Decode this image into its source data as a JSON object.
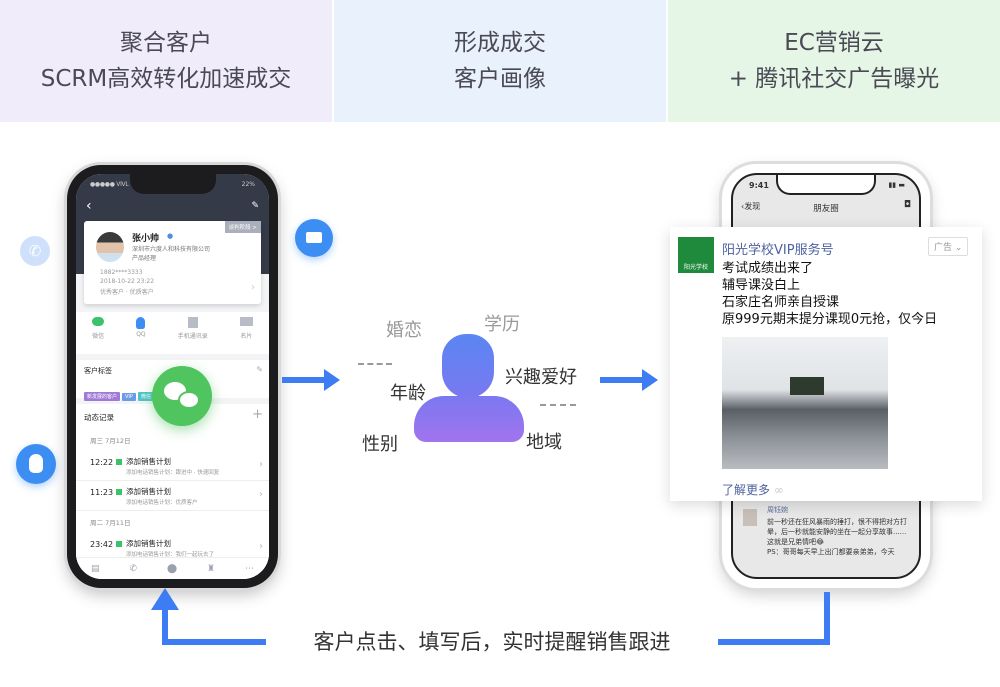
{
  "headers": [
    {
      "line1": "聚合客户",
      "line2": "SCRM高效转化加速成交",
      "bg": "#f1ecfa"
    },
    {
      "line1": "形成成交",
      "line2": "客户画像",
      "bg": "#e8f1fc"
    },
    {
      "line1": "EC营销云",
      "line2": "+ 腾讯社交广告曝光",
      "bg": "#e6f6e6"
    }
  ],
  "crm_phone": {
    "status_left": "●●●●● VIVL",
    "status_right": "22%",
    "stage_badge": "谈判阶段 >",
    "name": "张小帅",
    "company": "深圳市六度人和科技有限公司",
    "title": "产品经理",
    "phone": "1882****3333",
    "date": "2018-10-22 23:22",
    "level": "优秀客户 · 优质客户",
    "contacts": [
      "微信",
      "QQ",
      "手机通讯录",
      "名片"
    ],
    "tags_title": "客户标签",
    "tags": [
      "新发展的客户",
      "VIP",
      "微信"
    ],
    "records_title": "动态记录",
    "day1": "周三 7月12日",
    "day2": "周二 7月11日",
    "records": [
      {
        "time": "12:22",
        "title": "添加销售计划",
        "sub": "添加电话销售计划：跟进中 · 快速回复"
      },
      {
        "time": "11:23",
        "title": "添加销售计划",
        "sub": "添加电话销售计划：优质客户"
      },
      {
        "time": "23:42",
        "title": "添加销售计划",
        "sub": "添加电话销售计划：我们一起玩去了"
      }
    ]
  },
  "portrait": {
    "labels": [
      "婚恋",
      "学历",
      "年龄",
      "兴趣爱好",
      "性别",
      "地域"
    ]
  },
  "moments_phone": {
    "time": "9:41",
    "back": "发现",
    "title": "朋友圈",
    "ad": {
      "account": "阳光学校VIP服务号",
      "badge": "广告",
      "lines": [
        "考试成绩出来了",
        "辅导课没白上",
        "石家庄名师亲自授课",
        "原999元期末提分课现0元抢，仅今日"
      ],
      "link": "了解更多",
      "logo_text": "阳光学校"
    },
    "comment": {
      "user": "周钰婉",
      "text": "前一秒还在狂风暴雨的捶打，恨不得把对方打晕，后一秒就能安静的坐在一起分享故事......这就是兄弟情吧😂",
      "ps": "PS：哥哥每天早上出门都要亲弟弟，今天"
    }
  },
  "footer": {
    "caption": "客户点击、填写后，实时提醒销售跟进"
  },
  "colors": {
    "accent": "#3d7cf2",
    "wechat": "#4fc45f"
  }
}
